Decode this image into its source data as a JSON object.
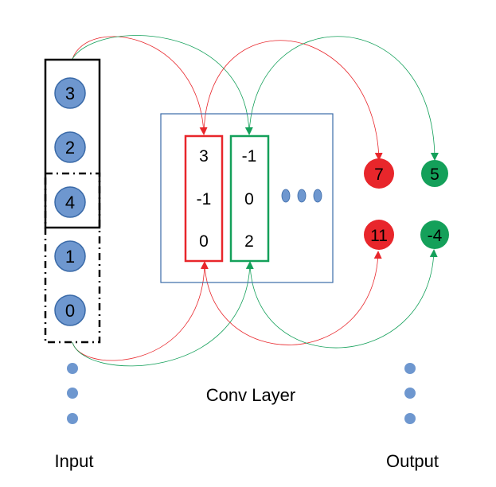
{
  "input": {
    "label": "Input",
    "nodes": [
      "3",
      "2",
      "4",
      "1",
      "0"
    ]
  },
  "conv_layer": {
    "label": "Conv Layer",
    "filters": [
      {
        "values": [
          "3",
          "-1",
          "0"
        ],
        "color": "#e8262b"
      },
      {
        "values": [
          "-1",
          "0",
          "2"
        ],
        "color": "#14a05a"
      }
    ]
  },
  "output": {
    "label": "Output",
    "red_nodes": [
      "7",
      "11"
    ],
    "green_nodes": [
      "5",
      "-4"
    ]
  },
  "colors": {
    "node_fill": "#6e97cf",
    "node_stroke": "#3a6aa8",
    "red": "#e8262b",
    "green": "#14a05a",
    "conv_box": "#3a6aa8"
  }
}
